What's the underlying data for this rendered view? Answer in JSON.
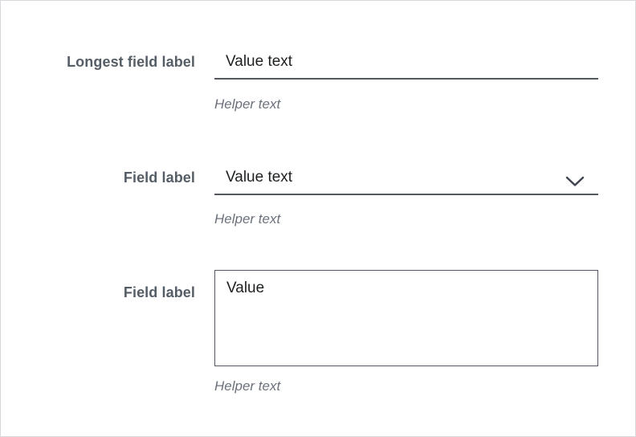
{
  "page": {
    "background_color": "#ffffff",
    "border_color": "#d5d9dd"
  },
  "colors": {
    "label": "#555d66",
    "value": "#1d1f21",
    "helper": "#6c727c",
    "field_line": "#545861",
    "icon": "#3f4450"
  },
  "fields": [
    {
      "type": "text",
      "label": "Longest field label",
      "value": "Value text",
      "helper": "Helper text"
    },
    {
      "type": "select",
      "label": "Field label",
      "value": "Value text",
      "helper": "Helper text",
      "icon": "chevron-down-icon"
    },
    {
      "type": "textarea",
      "label": "Field label",
      "value": "Value",
      "helper": "Helper text"
    }
  ]
}
